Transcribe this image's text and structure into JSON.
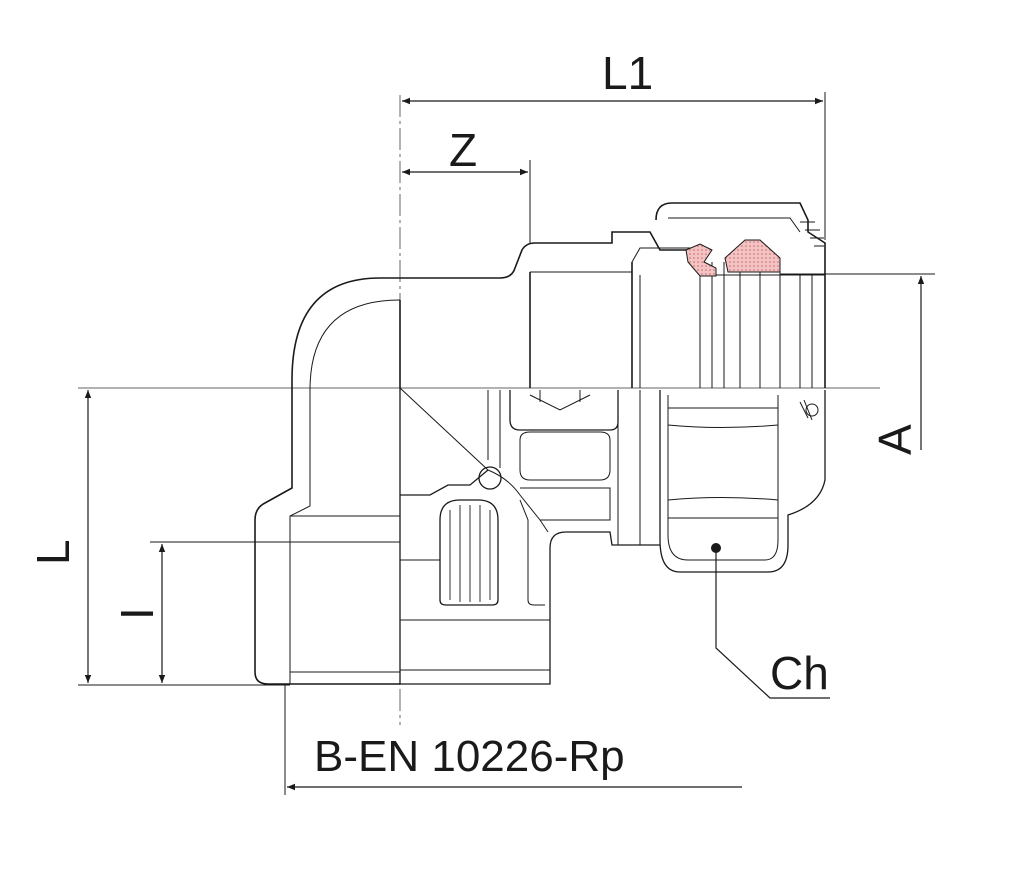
{
  "labels": {
    "L1": "L1",
    "Z": "Z",
    "L": "L",
    "l": "I",
    "A": "A",
    "Ch": "Ch",
    "standard": "B-EN 10226-Rp"
  },
  "colors": {
    "line": "#1a1a1a",
    "seal": "#e89a9a",
    "background": "#ffffff"
  }
}
